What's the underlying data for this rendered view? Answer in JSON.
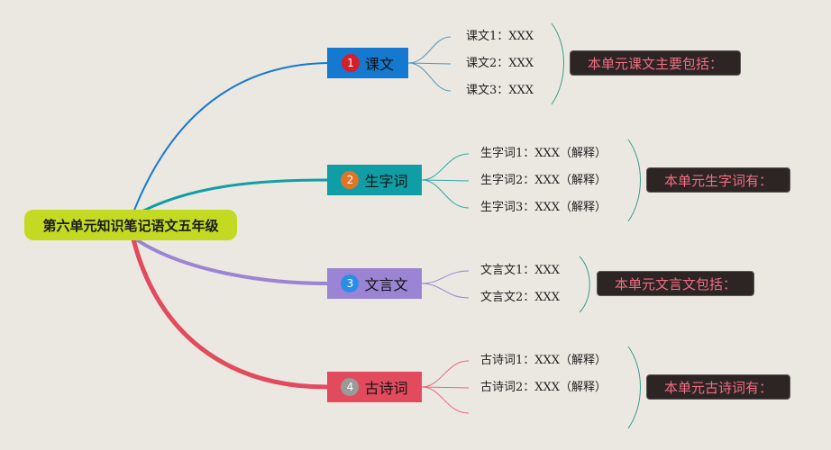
{
  "root": {
    "label": "第六单元知识笔记语文五年级"
  },
  "branches": [
    {
      "num": "1",
      "label": "课文",
      "leaves": [
        "课文1：XXX",
        "课文2：XXX",
        "课文3：XXX"
      ],
      "summary": "本单元课文主要包括："
    },
    {
      "num": "2",
      "label": "生字词",
      "leaves": [
        "生字词1：XXX（解释）",
        "生字词2：XXX（解释）",
        "生字词3：XXX（解释）"
      ],
      "summary": "本单元生字词有："
    },
    {
      "num": "3",
      "label": "文言文",
      "leaves": [
        "文言文1：XXX",
        "文言文2：XXX"
      ],
      "summary": "本单元文言文包括："
    },
    {
      "num": "4",
      "label": "古诗词",
      "leaves": [
        "古诗词1：XXX（解释）",
        "古诗词2：XXX（解释）"
      ],
      "summary": "本单元古诗词有："
    }
  ],
  "colors": {
    "background": "#ebe8e1",
    "root_fill": "#c4da22",
    "branch_1": "#1579cf",
    "branch_2": "#0f9ea5",
    "branch_3": "#9b84d4",
    "branch_4": "#e24b5d",
    "badge_1": "#d61d2a",
    "badge_2": "#e0752a",
    "badge_3": "#2b8ee6",
    "badge_4": "#9a9a9a",
    "summary_text": "#f06e83"
  }
}
